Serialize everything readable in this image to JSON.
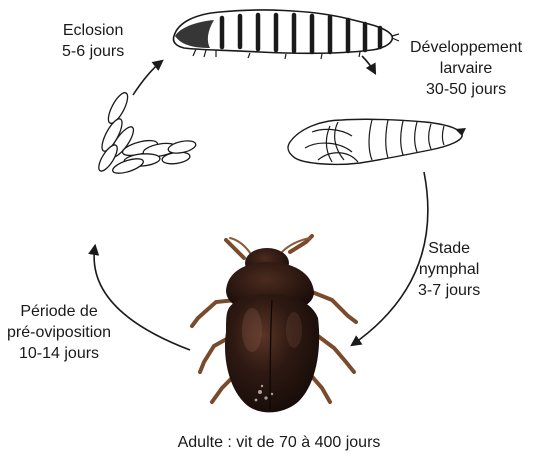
{
  "cycle": {
    "eclosion": {
      "name": "Eclosion",
      "duration": "5-6 jours"
    },
    "larval": {
      "name": "Développement",
      "name2": "larvaire",
      "duration": "30-50 jours"
    },
    "nymph": {
      "name": "Stade",
      "name2": "nymphal",
      "duration": "3-7 jours"
    },
    "preoviposition": {
      "name": "Période de",
      "name2": "pré-oviposition",
      "duration": "10-14 jours"
    },
    "adult": {
      "caption": "Adulte : vit de 70 à 400 jours"
    }
  },
  "colors": {
    "ink": "#1a1a1a",
    "beetle_body": "#2a1610",
    "beetle_legs": "#7a4a2c"
  },
  "icons": [
    "egg-cluster-icon",
    "larva-icon",
    "pupa-icon",
    "adult-beetle-icon",
    "cycle-arrow-icon"
  ]
}
